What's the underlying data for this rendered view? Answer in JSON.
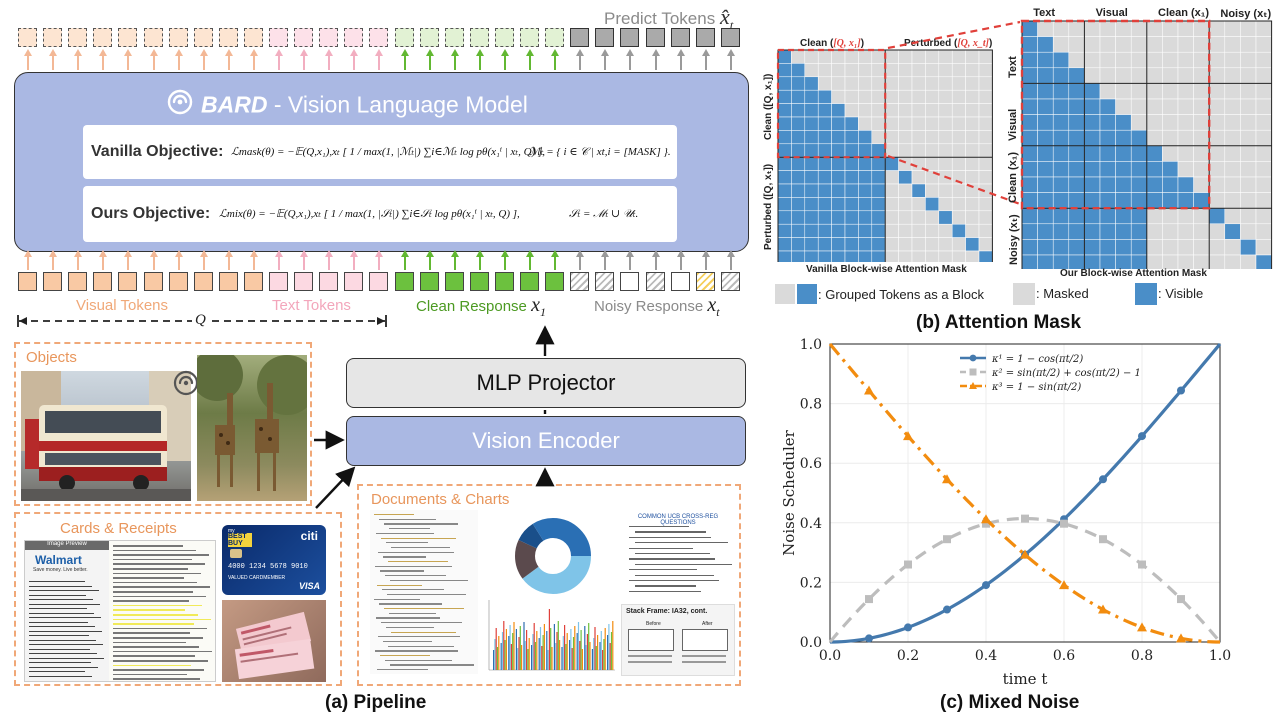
{
  "pipeline": {
    "predict_tokens_label": "Predict Tokens",
    "predict_tokens_symbol": "x̂",
    "predict_tokens_sub": "t",
    "model_brand": "BARD",
    "model_title": " - Vision Language Model",
    "vanilla_label": "Vanilla Objective:",
    "ours_label": "Ours Objective:",
    "vanilla_formula_main": "ℒmask(θ) = −𝔼(Q,x₁),xₜ [ 1 / max(1, |ℳₜ|) ∑i∈ℳₜ log pθ(x₁ⁱ | xₜ, Q) ],",
    "vanilla_formula_set": "ℳₜ = { i ∈ 𝒞 | xt,i = [MASK] }.",
    "ours_formula_main": "ℒmix(θ) = −𝔼(Q,x₁),xₜ [ 1 / max(1, |𝒮ₜ|) ∑i∈𝒮ₜ log pθ(x₁ⁱ | xₜ, Q) ],",
    "ours_formula_set": "𝒮ₜ = ℳₜ ∪ 𝒰ₜ.",
    "visual_tokens": "Visual Tokens",
    "text_tokens": "Text Tokens",
    "clean_response": "Clean Response",
    "clean_symbol": "x",
    "clean_sub": "1",
    "noisy_response": "Noisy Response",
    "noisy_symbol": "x",
    "noisy_sub": "t",
    "q_label": "Q",
    "mlp_projector": "MLP Projector",
    "vision_encoder": "Vision Encoder",
    "objects_title": "Objects",
    "cards_title": "Cards & Receipts",
    "docs_title": "Documents & Charts",
    "caption": "(a) Pipeline"
  },
  "receipt": {
    "header": "Image Preview",
    "store": "Walmart",
    "slogan": "Save money. Live better."
  },
  "credit_card": {
    "brand_top": "my",
    "brand_main": "BEST BUY",
    "bank": "citi",
    "number": "4000 1234 5678 9010",
    "holder": "VALUED CARDMEMBER",
    "network": "VISA"
  },
  "document": {
    "title": "COMMON UCB CROSS-REG QUESTIONS",
    "stack_title": "Stack Frame: IA32, cont.",
    "before": "Before",
    "after": "After"
  },
  "attention": {
    "vanilla_top_clean": "Clean (",
    "vanilla_top_clean_math": "[Q, x₁]",
    "vanilla_top_perturbed": "Perturbed (",
    "vanilla_top_perturbed_math": "[Q, x_t]",
    "vanilla_left_clean": "Clean ([Q, x₁])",
    "vanilla_left_perturbed": "Perturbed ([Q, xₜ])",
    "vanilla_caption": "Vanilla Block-wise Attention Mask",
    "ours_top": [
      "Text",
      "Visual",
      "Clean (x₁)",
      "Noisy (xₜ)"
    ],
    "ours_left": [
      "Text",
      "Visual",
      "Clean (x₁)",
      "Noisy (xₜ)"
    ],
    "ours_caption": "Our Block-wise Attention Mask",
    "legend_block": ": Grouped Tokens as a Block",
    "legend_masked": ": Masked",
    "legend_visible": ": Visible",
    "caption": "(b) Attention Mask",
    "colors": {
      "visible": "#4a8ec8",
      "masked": "#dadada",
      "highlight": "#e0403a"
    }
  },
  "noise": {
    "caption": "(c) Mixed Noise"
  },
  "chart_data": {
    "type": "line",
    "xlabel": "time t",
    "ylabel": "Noise Scheduler",
    "xlim": [
      0.0,
      1.0
    ],
    "ylim": [
      0.0,
      1.0
    ],
    "xticks": [
      "0.0",
      "0.2",
      "0.4",
      "0.6",
      "0.8",
      "1.0"
    ],
    "yticks": [
      "0.0",
      "0.2",
      "0.4",
      "0.6",
      "0.8",
      "1.0"
    ],
    "grid": true,
    "legend_position": "top-center",
    "series": [
      {
        "name": "κ¹ = 1 − cos(πt/2)",
        "color": "#4479ad",
        "style": "solid",
        "marker": "circle",
        "x": [
          0.0,
          0.1,
          0.2,
          0.3,
          0.4,
          0.5,
          0.6,
          0.7,
          0.8,
          0.9,
          1.0
        ],
        "y": [
          0.0,
          0.012,
          0.049,
          0.109,
          0.191,
          0.293,
          0.412,
          0.546,
          0.691,
          0.844,
          1.0
        ]
      },
      {
        "name": "κ² = sin(πt/2) + cos(πt/2) − 1",
        "color": "#bdbdbd",
        "style": "dashed",
        "marker": "square",
        "x": [
          0.0,
          0.1,
          0.2,
          0.3,
          0.4,
          0.5,
          0.6,
          0.7,
          0.8,
          0.9,
          1.0
        ],
        "y": [
          0.0,
          0.144,
          0.26,
          0.345,
          0.397,
          0.414,
          0.397,
          0.345,
          0.26,
          0.144,
          0.0
        ]
      },
      {
        "name": "κ³ = 1 − sin(πt/2)",
        "color": "#f28c0f",
        "style": "dashdot",
        "marker": "triangle",
        "x": [
          0.0,
          0.1,
          0.2,
          0.3,
          0.4,
          0.5,
          0.6,
          0.7,
          0.8,
          0.9,
          1.0
        ],
        "y": [
          1.0,
          0.844,
          0.691,
          0.546,
          0.412,
          0.293,
          0.191,
          0.109,
          0.049,
          0.012,
          0.0
        ]
      }
    ]
  }
}
